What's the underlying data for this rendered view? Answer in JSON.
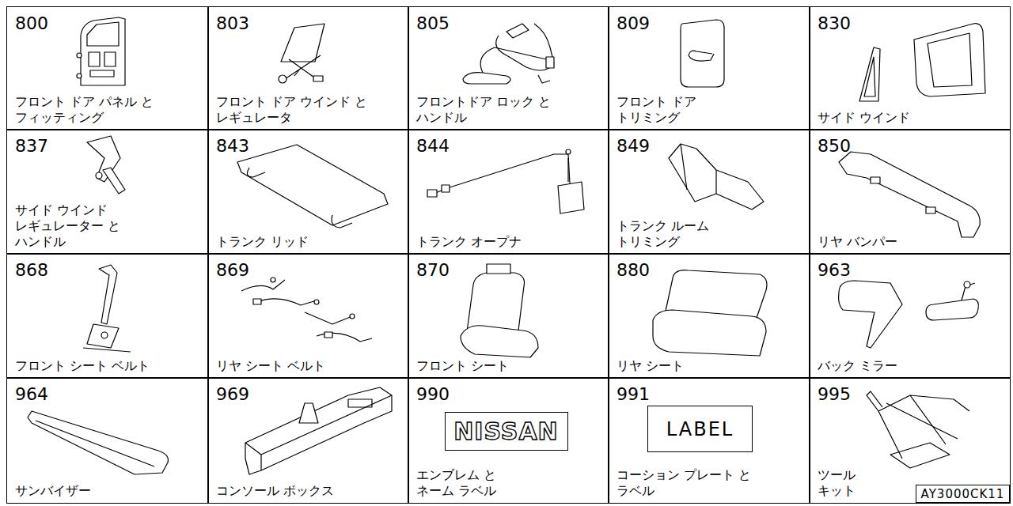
{
  "diagram": {
    "nodes": [
      {
        "text": [
          "800",
          "フロント ドア パネル と フィッティング"
        ]
      },
      {
        "text": [
          "803",
          "フロント ドア ウインド と レギュレータ"
        ]
      },
      {
        "text": [
          "805",
          "フロントドア ロック と ハンドル"
        ]
      },
      {
        "text": [
          "809",
          "フロント ドア トリミング"
        ]
      },
      {
        "text": [
          "830",
          "サイド ウインド"
        ]
      },
      {
        "text": [
          "837",
          "サイド ウインド レギュレーター と ハンドル"
        ]
      },
      {
        "text": [
          "843",
          "トランク リッド"
        ]
      },
      {
        "text": [
          "844",
          "トランク オープナ"
        ]
      },
      {
        "text": [
          "849",
          "トランク ルーム トリミング"
        ]
      },
      {
        "text": [
          "850",
          "リヤ バンパー"
        ]
      },
      {
        "text": [
          "868",
          "フロント シート ベルト"
        ]
      },
      {
        "text": [
          "869",
          "リヤ シート ベルト"
        ]
      },
      {
        "text": [
          "870",
          "フロント シート"
        ]
      },
      {
        "text": [
          "880",
          "リヤ シート"
        ]
      },
      {
        "text": [
          "963",
          "バック ミラー"
        ]
      },
      {
        "text": [
          "964",
          "サンバイザー"
        ]
      },
      {
        "text": [
          "969",
          "コンソール ボックス"
        ]
      },
      {
        "text": [
          "990",
          "エンブレム と ネーム ラベル"
        ]
      },
      {
        "text": [
          "NISSAN"
        ],
        "in": 17
      },
      {
        "text": [
          "991",
          "コーション プレート と ラベル"
        ]
      },
      {
        "text": [
          "LABEL"
        ],
        "in": 19
      },
      {
        "text": [
          "995",
          "ツール キット"
        ]
      },
      {
        "text": [
          "AY3000CK11"
        ],
        "in": 21
      }
    ]
  }
}
